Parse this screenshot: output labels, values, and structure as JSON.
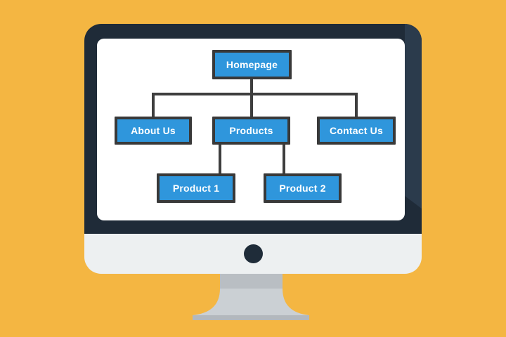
{
  "scene": {
    "description": "Flat illustration of a desktop monitor displaying a website sitemap diagram",
    "background_color": "#f4b642"
  },
  "monitor": {
    "bezel_color": "#1f2b38",
    "bezel_highlight_color": "#2b3b4c",
    "screen_color": "#ffffff",
    "chin_color": "#edf0f1",
    "logo_dot_color": "#1f2c39",
    "stand_neck_color": "#b9bec3",
    "stand_flare_color": "#cbd0d4",
    "stand_base_color": "#b3b8bd"
  },
  "sitemap": {
    "node_fill_color": "#2f96dc",
    "node_border_color": "#393939",
    "node_text_color": "#ffffff",
    "connector_color": "#3e3e3e",
    "nodes": [
      {
        "id": "homepage",
        "label": "Homepage",
        "level": 1
      },
      {
        "id": "about-us",
        "label": "About Us",
        "level": 2
      },
      {
        "id": "products",
        "label": "Products",
        "level": 2
      },
      {
        "id": "contact-us",
        "label": "Contact Us",
        "level": 2
      },
      {
        "id": "product-1",
        "label": "Product 1",
        "level": 3
      },
      {
        "id": "product-2",
        "label": "Product 2",
        "level": 3
      }
    ],
    "edges": [
      {
        "from": "homepage",
        "to": "about-us"
      },
      {
        "from": "homepage",
        "to": "products"
      },
      {
        "from": "homepage",
        "to": "contact-us"
      },
      {
        "from": "products",
        "to": "product-1"
      },
      {
        "from": "products",
        "to": "product-2"
      }
    ]
  }
}
